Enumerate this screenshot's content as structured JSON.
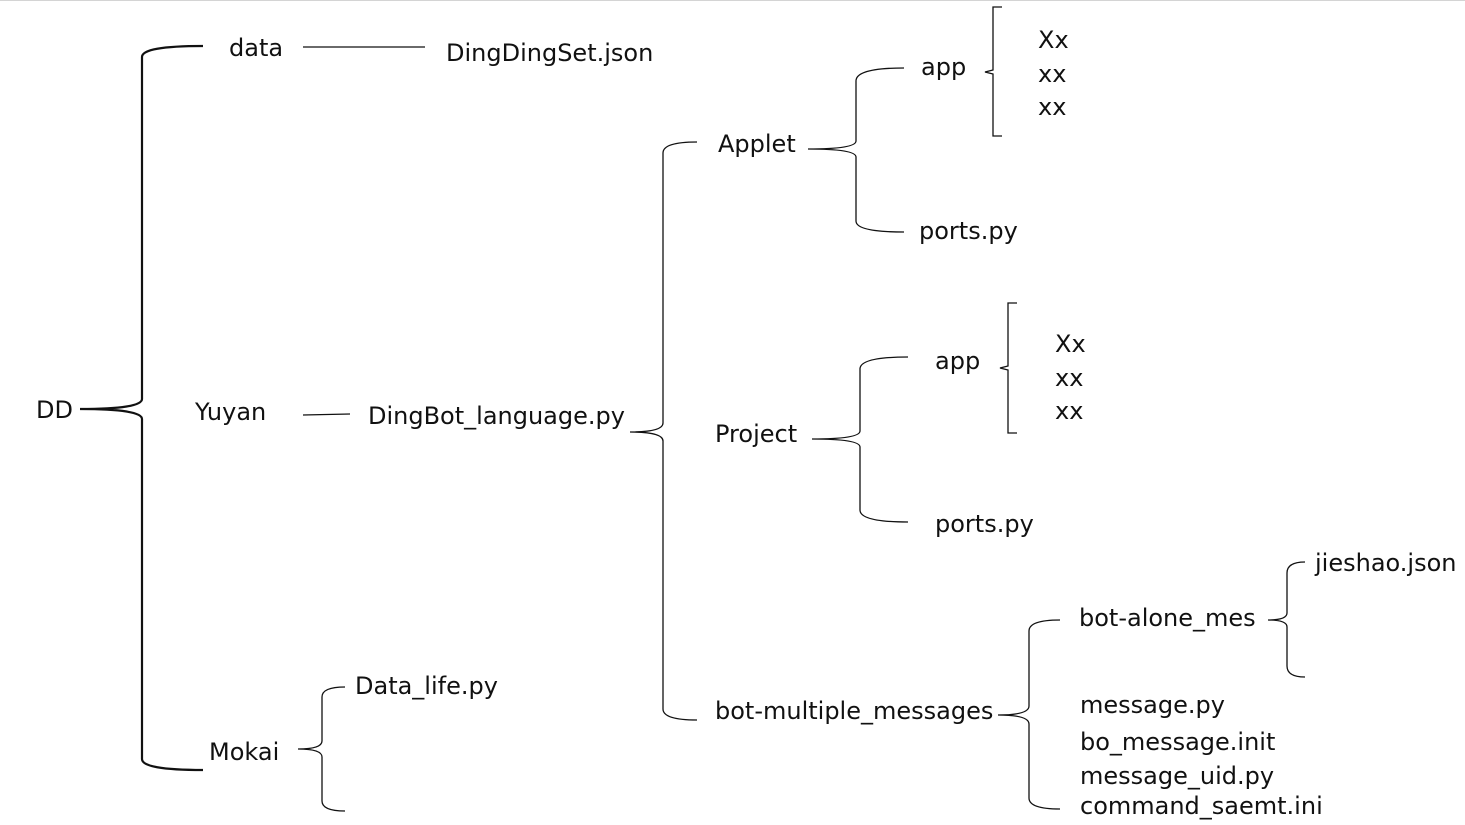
{
  "nodes": {
    "dd": "DD",
    "data": "data",
    "dingdingset": "DingDingSet.json",
    "yuyan": "Yuyan",
    "dingbot_language": "DingBot_language.py",
    "mokai": "Mokai",
    "data_life": "Data_life.py",
    "applet": "Applet",
    "applet_app": "app",
    "applet_app_item1": "Xx",
    "applet_app_item2": "xx",
    "applet_app_item3": "xx",
    "applet_ports": "ports.py",
    "project": "Project",
    "project_app": "app",
    "project_app_item1": "Xx",
    "project_app_item2": "xx",
    "project_app_item3": "xx",
    "project_ports": "ports.py",
    "bot_multiple": "bot-multiple_messages",
    "bot_alone": "bot-alone_mes",
    "jieshao": "jieshao.json",
    "message_py": "message.py",
    "bo_message": "bo_message.init",
    "message_uid": "message_uid.py",
    "command_saemt": "command_saemt.ini"
  }
}
